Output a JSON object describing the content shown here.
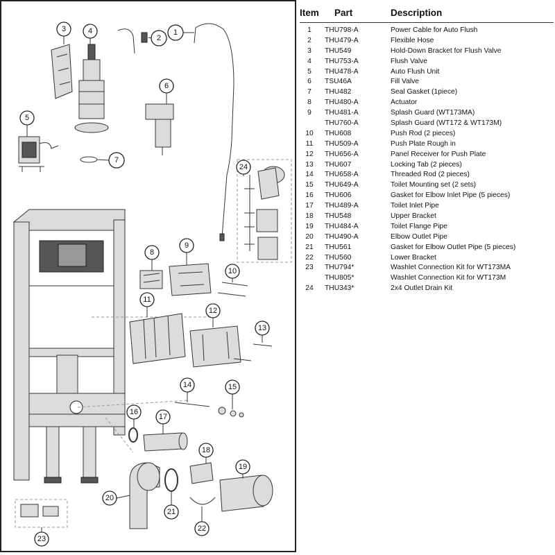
{
  "table": {
    "headers": {
      "item": "Item",
      "part": "Part",
      "description": "Description"
    },
    "rows": [
      {
        "item": "1",
        "part": "THU798-A",
        "description": "Power Cable for Auto Flush"
      },
      {
        "item": "2",
        "part": "THU479-A",
        "description": "Flexible Hose"
      },
      {
        "item": "3",
        "part": "THU549",
        "description": "Hold-Down Bracket for Flush Valve"
      },
      {
        "item": "4",
        "part": "THU753-A",
        "description": "Flush Valve"
      },
      {
        "item": "5",
        "part": "THU478-A",
        "description": "Auto Flush Unit"
      },
      {
        "item": "6",
        "part": "TSU46A",
        "description": "Fill Valve"
      },
      {
        "item": "7",
        "part": "THU482",
        "description": "Seal Gasket (1piece)"
      },
      {
        "item": "8",
        "part": "THU480-A",
        "description": "Actuator"
      },
      {
        "item": "9",
        "part": "THU481-A",
        "description": "Splash Guard (WT173MA)"
      },
      {
        "item": "",
        "part": "THU760-A",
        "description": "Splash Guard (WT172 & WT173M)"
      },
      {
        "item": "10",
        "part": "THU608",
        "description": "Push Rod (2 pieces)"
      },
      {
        "item": "11",
        "part": "THU509-A",
        "description": "Push Plate Rough in"
      },
      {
        "item": "12",
        "part": "THU656-A",
        "description": "Panel Receiver for Push Plate"
      },
      {
        "item": "13",
        "part": "THU607",
        "description": "Locking Tab (2 pieces)"
      },
      {
        "item": "14",
        "part": "THU658-A",
        "description": "Threaded Rod (2 pieces)"
      },
      {
        "item": "15",
        "part": "THU649-A",
        "description": "Toilet Mounting set (2 sets)"
      },
      {
        "item": "16",
        "part": "THU606",
        "description": "Gasket for Elbow Inlet Pipe (5 pieces)"
      },
      {
        "item": "17",
        "part": "THU489-A",
        "description": "Toilet Inlet Pipe"
      },
      {
        "item": "18",
        "part": "THU548",
        "description": "Upper Bracket"
      },
      {
        "item": "19",
        "part": "THU484-A",
        "description": "Toilet Flange Pipe"
      },
      {
        "item": "20",
        "part": "THU490-A",
        "description": "Elbow Outlet Pipe"
      },
      {
        "item": "21",
        "part": "THU561",
        "description": "Gasket for Elbow Outlet Pipe (5 pieces)"
      },
      {
        "item": "22",
        "part": "THU560",
        "description": "Lower Bracket"
      },
      {
        "item": "23",
        "part": "THU794*",
        "description": "Washlet Connection Kit for WT173MA"
      },
      {
        "item": "",
        "part": "THU805*",
        "description": "Washlet Connection Kit for WT173M"
      },
      {
        "item": "24",
        "part": "THU343*",
        "description": "2x4 Outlet Drain Kit"
      }
    ]
  },
  "diagram": {
    "callouts": [
      "1",
      "2",
      "3",
      "4",
      "5",
      "6",
      "7",
      "8",
      "9",
      "10",
      "11",
      "12",
      "13",
      "14",
      "15",
      "16",
      "17",
      "18",
      "19",
      "20",
      "21",
      "22",
      "23",
      "24"
    ]
  }
}
